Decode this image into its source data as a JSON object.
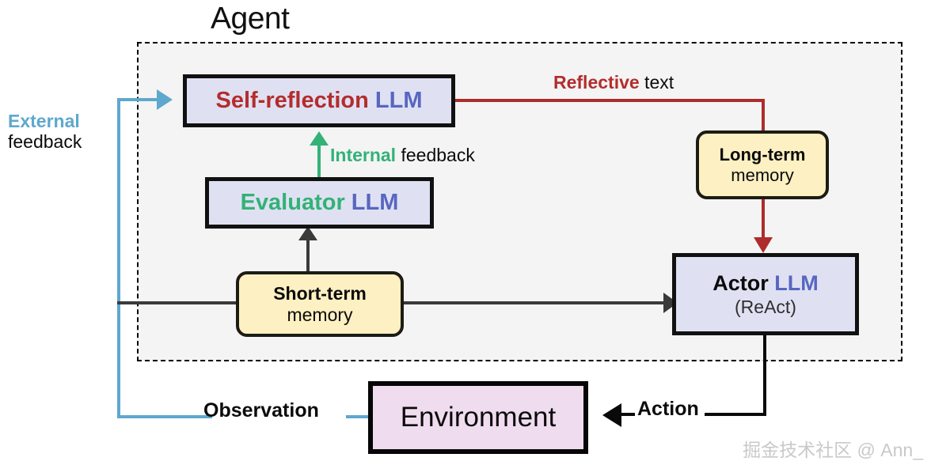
{
  "diagram": {
    "title": "Agent",
    "nodes": {
      "self_reflection": {
        "part1": "Self-reflection",
        "part2": " LLM"
      },
      "evaluator": {
        "part1": "Evaluator",
        "part2": " LLM"
      },
      "short_term_memory": {
        "line1": "Short-term",
        "line2": "memory"
      },
      "long_term_memory": {
        "line1": "Long-term",
        "line2": "memory"
      },
      "actor": {
        "part1": "Actor",
        "part2": " LLM",
        "line2": "(ReAct)"
      },
      "environment": {
        "label": "Environment"
      }
    },
    "labels": {
      "external_feedback": {
        "part1": "External",
        "part2": "feedback"
      },
      "internal_feedback": {
        "part1": "Internal",
        "part2": " feedback"
      },
      "reflective_text": {
        "part1": "Reflective",
        "part2": " text"
      },
      "observation": "Observation",
      "action": "Action"
    },
    "watermark": "掘金技术社区 @ Ann_",
    "colors": {
      "red": "#b32d2d",
      "blue": "#5866c0",
      "green": "#32b277",
      "sky": "#5ea8cd",
      "gray_arrow": "#3a3a3a",
      "box_purple_fill": "#dfe1f3",
      "box_yellow_fill": "#fdf0c2",
      "box_pink_fill": "#f0dcef",
      "agent_fill": "#f4f4f4"
    }
  }
}
